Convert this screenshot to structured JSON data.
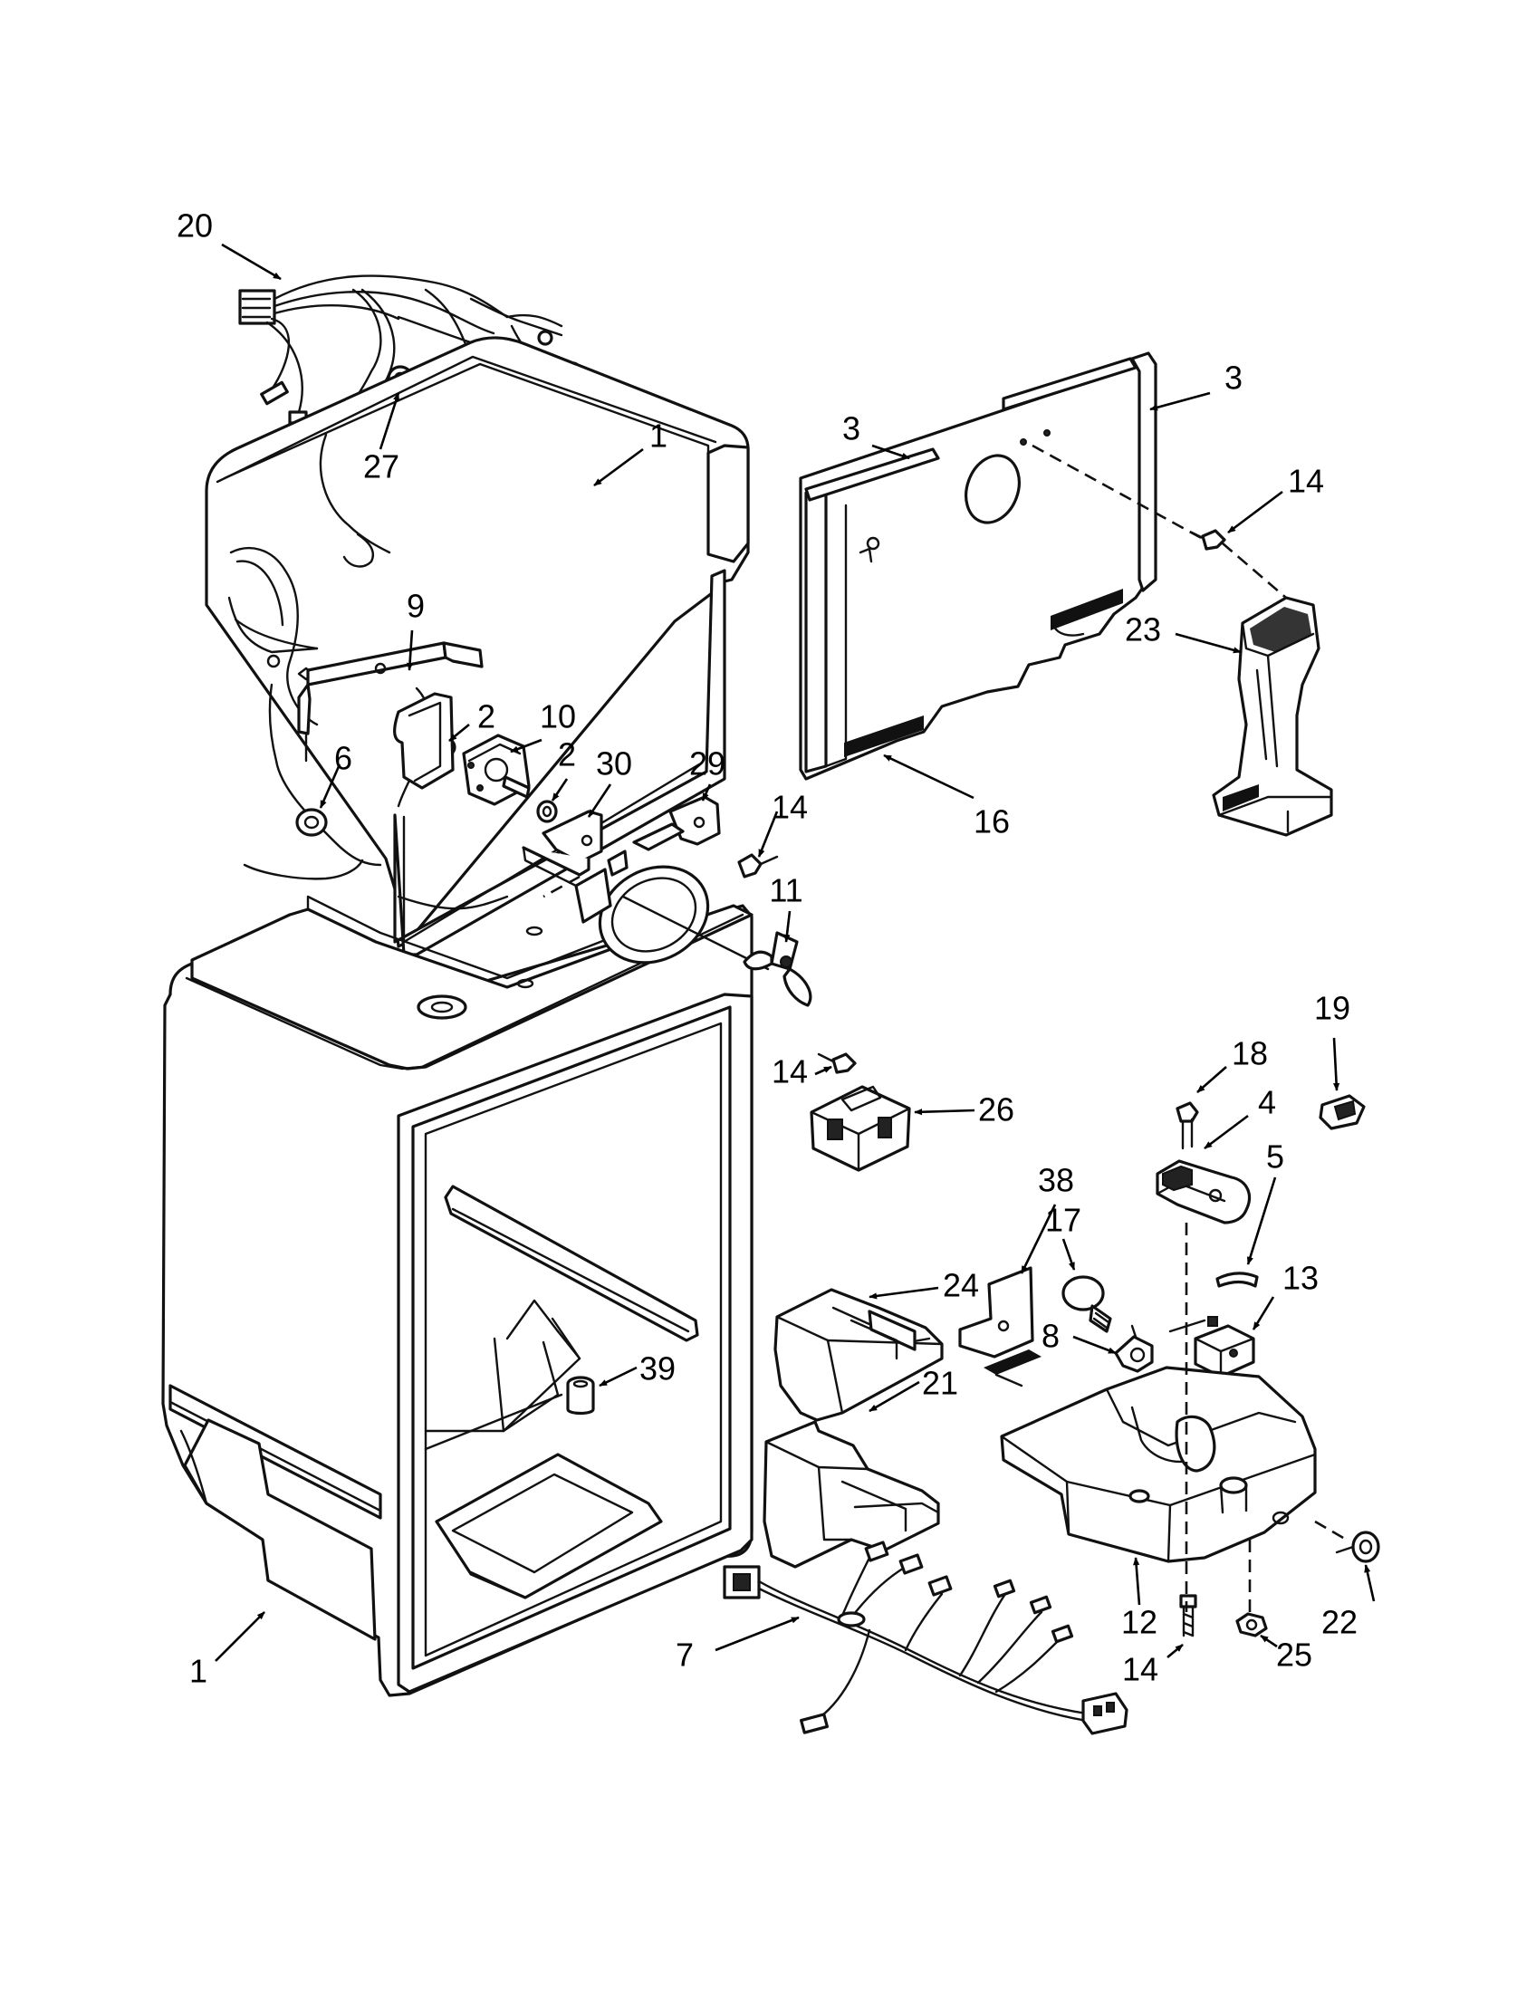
{
  "diagram": {
    "callouts": [
      "20",
      "27",
      "1",
      "3",
      "3",
      "14",
      "9",
      "23",
      "2",
      "10",
      "2",
      "30",
      "29",
      "14",
      "6",
      "16",
      "11",
      "14",
      "26",
      "19",
      "18",
      "4",
      "5",
      "38",
      "17",
      "13",
      "24",
      "8",
      "39",
      "21",
      "12",
      "22",
      "7",
      "14",
      "25",
      "1"
    ]
  }
}
